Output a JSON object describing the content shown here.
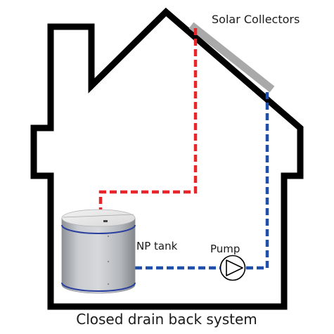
{
  "labels": {
    "solar_collectors": "Solar Collectors",
    "tank": "NP tank",
    "pump": "Pump",
    "system_title": "Closed drain back system"
  },
  "colors": {
    "house_outline": "#000000",
    "hot_pipe": "#e8262a",
    "cold_pipe": "#1f4fa8",
    "collector": "#a9a9a9",
    "tank_body": "#b8bcc1",
    "tank_band": "#2a3f9e"
  },
  "icons": {
    "pump": "pump-symbol",
    "tank": "cylindrical-tank"
  }
}
